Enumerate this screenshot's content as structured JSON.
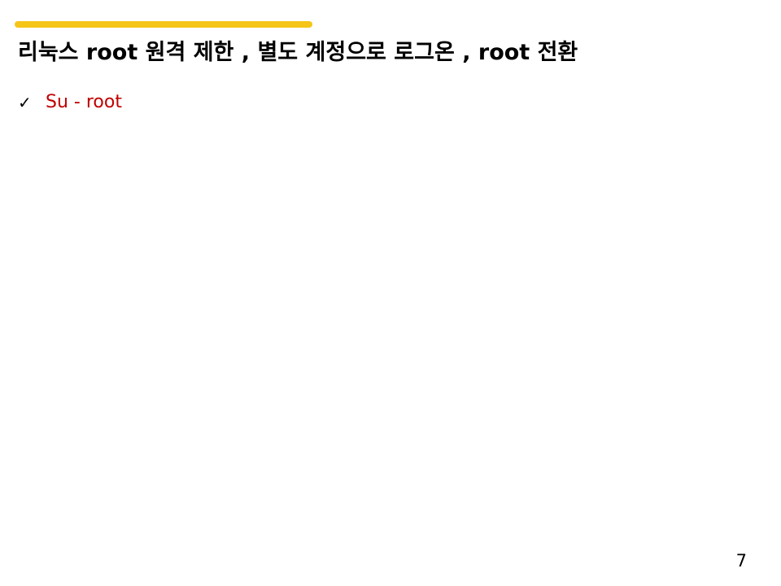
{
  "slide": {
    "title": "리눅스 root 원격 제한 , 별도 계정으로 로그온 , root 전환",
    "bullets": [
      {
        "icon": "check-icon",
        "text": "Su - root"
      }
    ],
    "page_number": "7"
  },
  "colors": {
    "accent": "#F5C518",
    "bullet_text": "#C00000",
    "title": "#000000"
  }
}
